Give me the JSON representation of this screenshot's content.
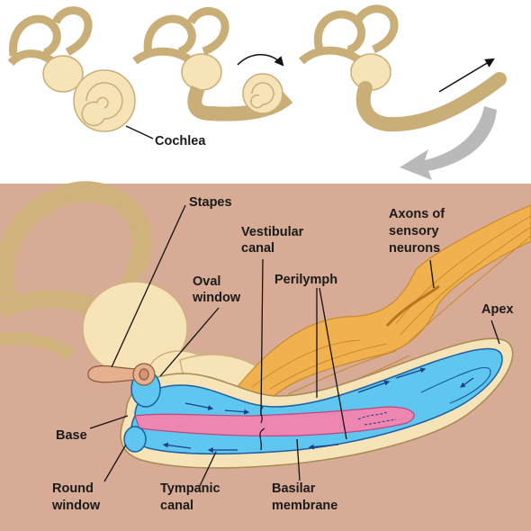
{
  "top_panel": {
    "label": "Cochlea"
  },
  "labels": {
    "stapes": "Stapes",
    "vestibular_canal": [
      "Vestibular",
      "canal"
    ],
    "oval_window": [
      "Oval",
      "window"
    ],
    "perilymph": "Perilymph",
    "axons": [
      "Axons of",
      "sensory",
      "neurons"
    ],
    "apex": "Apex",
    "base": "Base",
    "round_window": [
      "Round",
      "window"
    ],
    "tympanic_canal": [
      "Tympanic",
      "canal"
    ],
    "basilar_membrane": [
      "Basilar",
      "membrane"
    ]
  },
  "colors": {
    "bone": "#f6e3b8",
    "bone_edge": "#c9ae78",
    "background": "#d7ab95",
    "fluid": "#5ec6ef",
    "pink": "#ee86b2",
    "nerve": "#f1b14f"
  }
}
